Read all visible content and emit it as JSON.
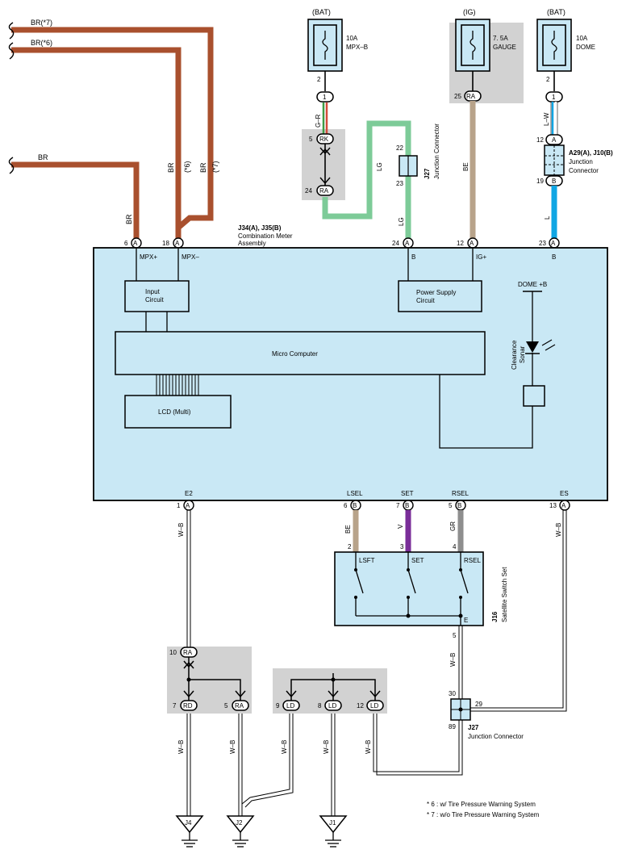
{
  "colors": {
    "brown": "#A9502E",
    "green": "#7DCB98",
    "tan": "#B8A38A",
    "blue": "#10A6E4",
    "purple": "#7A2E99",
    "gray": "#8E8E8E",
    "box_fill": "#C9E8F5",
    "shade": "#D2D2D2",
    "wire_gr_green": "#3E9B45",
    "wire_gr_red": "#D24C3A"
  },
  "top_left": {
    "br7": "BR(*7)",
    "br6": "BR(*6)",
    "br": "BR",
    "br_a": "BR",
    "br_b": "BR",
    "star6": "(*6)",
    "star7": "(*7)",
    "br_c": "BR"
  },
  "fuses": {
    "bat1": "(BAT)",
    "f1_amp": "10A",
    "f1_name": "MPX–B",
    "f1_pin": "2",
    "f1_conn": "1",
    "ig": "(IG)",
    "f2_amp": "7. 5A",
    "f2_name": "GAUGE",
    "f2_pin": "25",
    "f2_conn": "RA",
    "bat2": "(BAT)",
    "f3_amp": "10A",
    "f3_name": "DOME",
    "f3_pin": "2",
    "f3_conn": "1"
  },
  "jc_left": {
    "wire": "G–R",
    "pin5": "5",
    "rk": "RK",
    "pin24": "24",
    "ra": "RA",
    "lg1": "LG",
    "lg2": "LG",
    "p22": "22",
    "p23": "23",
    "j27": "J27",
    "jc": "Junction Connector"
  },
  "ig_wire": "BE",
  "jc_right": {
    "lw": "L–W",
    "p12": "12",
    "a": "A",
    "p19": "19",
    "b": "B",
    "l": "L",
    "title": "A29(A), J10(B)",
    "sub1": "Junction",
    "sub2": "Connector"
  },
  "meter": {
    "title": "J34(A), J35(B)",
    "sub1": "Combination Meter",
    "sub2": "Assembly",
    "pin6": "6",
    "pin18": "18",
    "pin24": "24",
    "pin12": "12",
    "pin23": "23",
    "conA": "A",
    "conB": "B",
    "mpxp": "MPX+",
    "mpxm": "MPX–",
    "b": "B",
    "igp": "IG+",
    "b2": "B",
    "input1": "Input",
    "input2": "Circuit",
    "ps1": "Power Supply",
    "ps2": "Circuit",
    "dome": "DOME +B",
    "sonar1": "Clearance",
    "sonar2": "Sonar",
    "micro": "Micro Computer",
    "lcd": "LCD (Multi)",
    "e2": "E2",
    "lsel": "LSEL",
    "set": "SET",
    "rsel": "RSEL",
    "es": "ES",
    "p1": "1",
    "p6": "6",
    "p7": "7",
    "p5": "5",
    "p13": "13"
  },
  "switch": {
    "wb": "W–B",
    "be": "BE",
    "v": "V",
    "gr": "GR",
    "p2": "2",
    "p3": "3",
    "p4": "4",
    "lsft": "LSFT",
    "set": "SET",
    "rsel": "RSEL",
    "e": "E",
    "j16": "J16",
    "name": "Satellite Switch Set",
    "p5": "5",
    "wb2": "W–B",
    "wb_es": "W–B"
  },
  "bottom": {
    "p10": "10",
    "ra": "RA",
    "p7": "7",
    "rd": "RD",
    "p5": "5",
    "ra2": "RA",
    "p9": "9",
    "ld": "LD",
    "p8": "8",
    "p12": "12",
    "p30": "30",
    "p29": "29",
    "p89": "89",
    "j27": "J27",
    "jc": "Junction Connector",
    "wb": "W–B",
    "j4": "J4",
    "j2": "J2",
    "j1": "J1",
    "note6": "* 6 : w/ Tire Pressure Warning System",
    "note7": "* 7 : w/o Tire Pressure Warning System"
  }
}
